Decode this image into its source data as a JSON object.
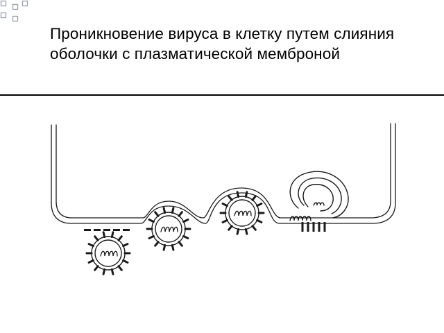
{
  "slide": {
    "title": "Проникновение вируса в клетку путем слияния оболочки с плазматической мемброной"
  },
  "colors": {
    "corner_squares": "#9aa0ad",
    "line": "#1a1a1a",
    "background": "#ffffff"
  },
  "diagram": {
    "subject": "virus entry by membrane fusion",
    "stages": [
      "free virion",
      "attachment",
      "fusion",
      "genome release"
    ]
  }
}
